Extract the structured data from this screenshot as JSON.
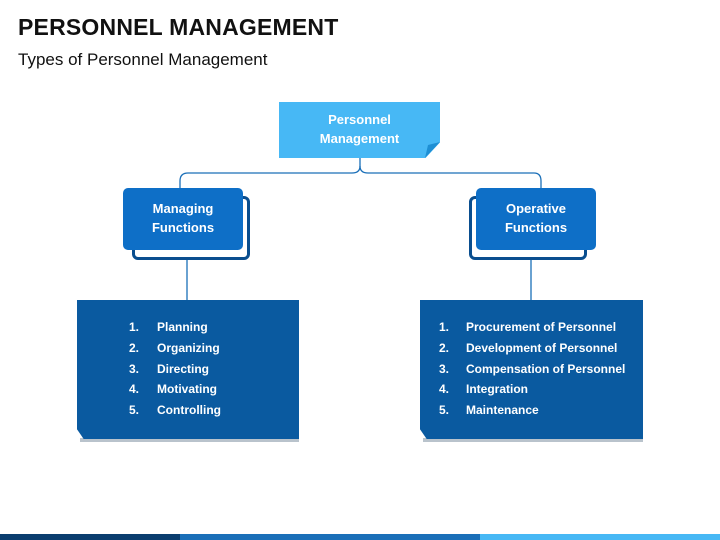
{
  "header": {
    "title": "PERSONNEL MANAGEMENT",
    "subtitle": "Types of Personnel Management"
  },
  "diagram": {
    "root": {
      "line1": "Personnel",
      "line2": "Management"
    },
    "branches": [
      {
        "label_line1": "Managing",
        "label_line2": "Functions",
        "items": [
          {
            "num": "1.",
            "text": "Planning"
          },
          {
            "num": "2.",
            "text": "Organizing"
          },
          {
            "num": "3.",
            "text": "Directing"
          },
          {
            "num": "4.",
            "text": "Motivating"
          },
          {
            "num": "5.",
            "text": "Controlling"
          }
        ]
      },
      {
        "label_line1": "Operative",
        "label_line2": "Functions",
        "items": [
          {
            "num": "1.",
            "text": "Procurement of Personnel"
          },
          {
            "num": "2.",
            "text": "Development of Personnel"
          },
          {
            "num": "3.",
            "text": "Compensation of Personnel"
          },
          {
            "num": "4.",
            "text": "Integration"
          },
          {
            "num": "5.",
            "text": "Maintenance"
          }
        ]
      }
    ]
  },
  "colors": {
    "root_fill": "#47b8f5",
    "branch_fill": "#0e6fc7",
    "list_fill": "#0a5aa0",
    "connector": "#1a6fb8",
    "footer": [
      "#0b3d6e",
      "#1a6fb8",
      "#47b8f5"
    ]
  }
}
